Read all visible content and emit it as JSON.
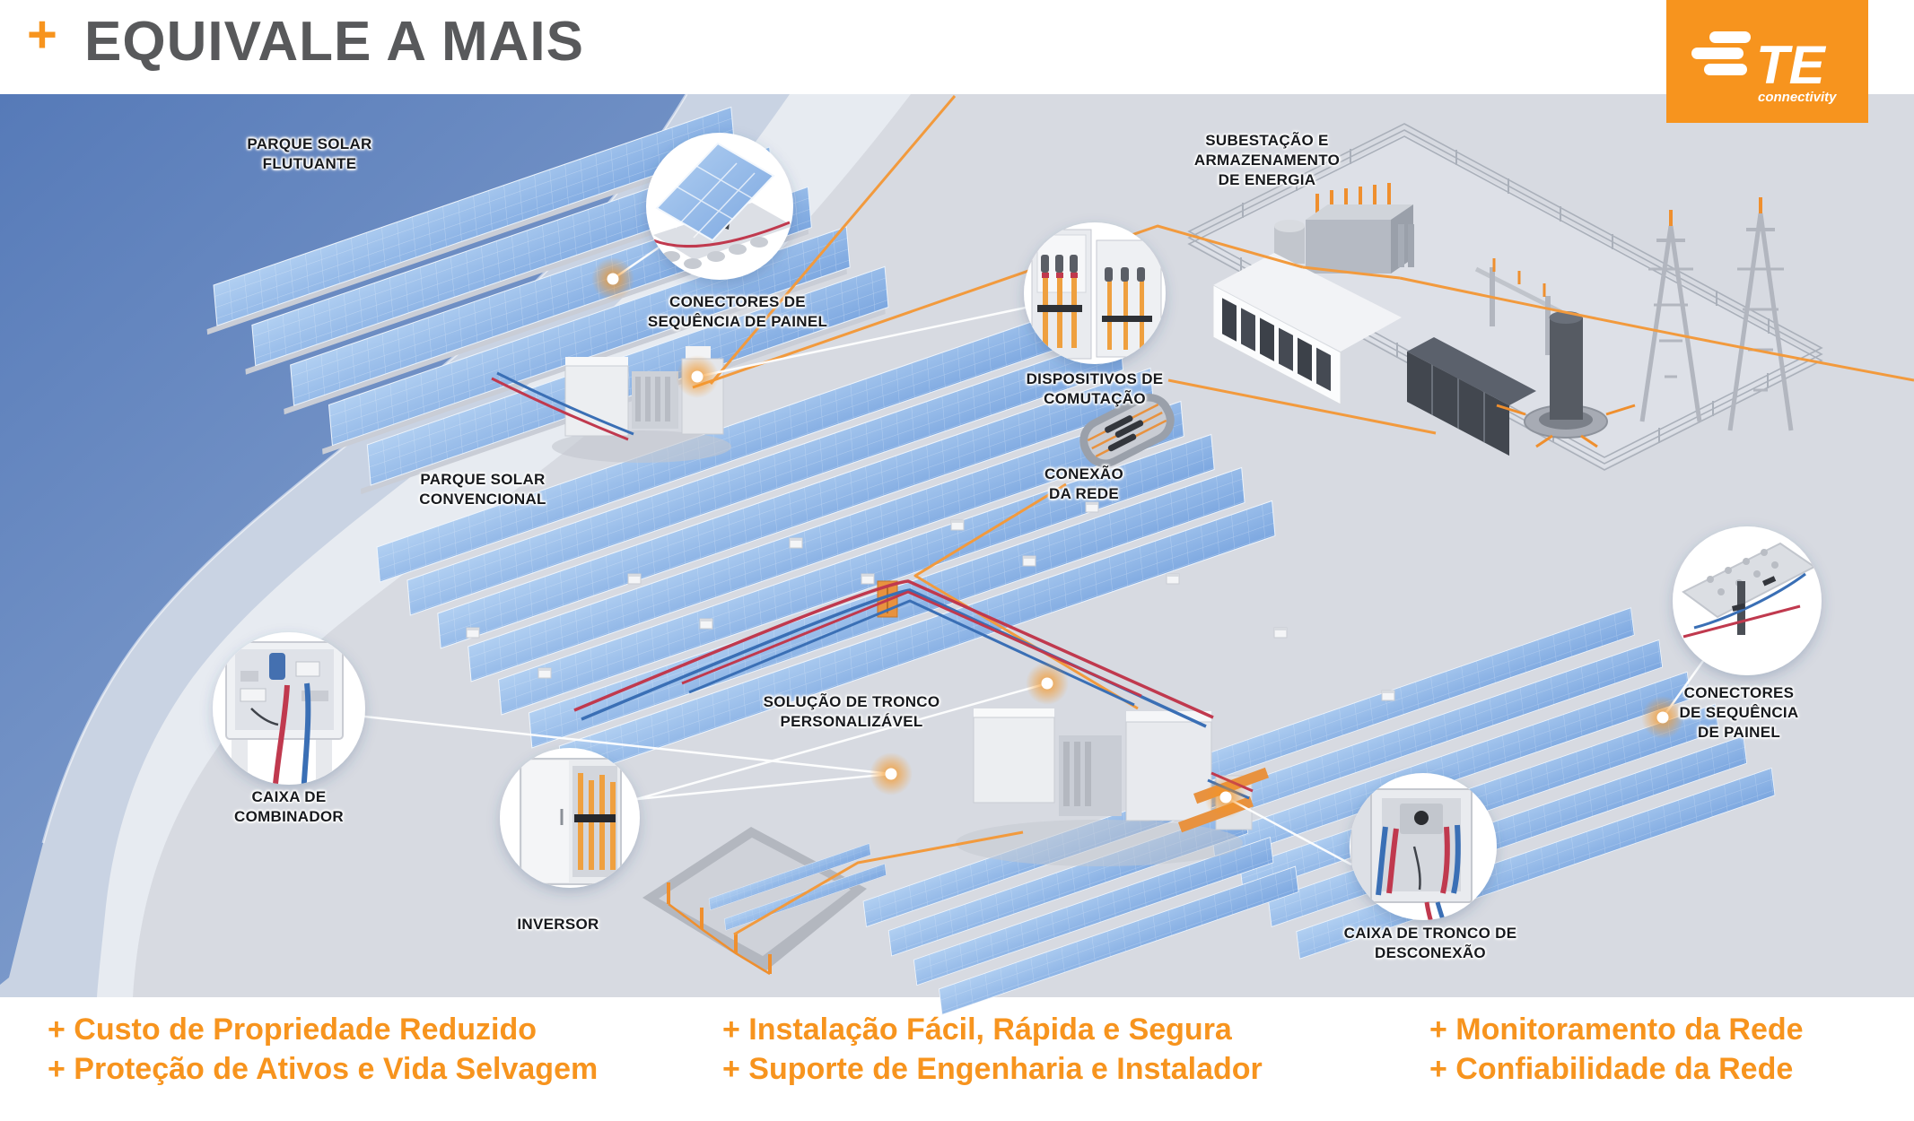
{
  "header": {
    "plus": "+",
    "title": "EQUIVALE A MAIS"
  },
  "logo": {
    "brand": "TE",
    "tagline": "connectivity"
  },
  "diagram": {
    "labels": [
      {
        "id": "parque-solar-flutuante",
        "text": "PARQUE SOLAR FLUTUANTE"
      },
      {
        "id": "conectores-de-sequencia-de-painel-1",
        "text": "CONECTORES DE SEQUÊNCIA DE PAINEL"
      },
      {
        "id": "parque-solar-convencional",
        "text": "PARQUE SOLAR CONVENCIONAL"
      },
      {
        "id": "dispositivos-de-comutacao",
        "text": "DISPOSITIVOS DE COMUTAÇÃO"
      },
      {
        "id": "conexao-da-rede",
        "text": "CONEXÃO DA REDE"
      },
      {
        "id": "subestacao-e-armazenamento-de-energia",
        "text": "SUBESTAÇÃO E ARMAZENAMENTO DE ENERGIA"
      },
      {
        "id": "caixa-de-combinador",
        "text": "CAIXA DE COMBINADOR"
      },
      {
        "id": "inversor",
        "text": "INVERSOR"
      },
      {
        "id": "solucao-de-tronco-personalizavel",
        "text": "SOLUÇÃO DE TRONCO PERSONALIZÁVEL"
      },
      {
        "id": "conectores-de-sequencia-de-painel-2",
        "text": "CONECTORES DE SEQUÊNCIA DE PAINEL"
      },
      {
        "id": "caixa-de-tronco-de-desconexao",
        "text": "CAIXA DE TRONCO DE DESCONEXÃO"
      }
    ]
  },
  "benefits": {
    "columns": [
      {
        "items": [
          "+ Custo de Propriedade Reduzido",
          "+ Proteção de Ativos e Vida Selvagem"
        ]
      },
      {
        "items": [
          "+ Instalação Fácil, Rápida e Segura",
          "+ Suporte de Engenharia e Instalador"
        ]
      },
      {
        "items": [
          "+ Monitoramento da Rede",
          "+ Confiabilidade da Rede"
        ]
      }
    ]
  },
  "colors": {
    "accent_orange": "#F7941E",
    "title_gray": "#58595B",
    "water_blue": "#6083BD",
    "label_black": "#17191D",
    "panel_blue": "#8FB4E6"
  }
}
